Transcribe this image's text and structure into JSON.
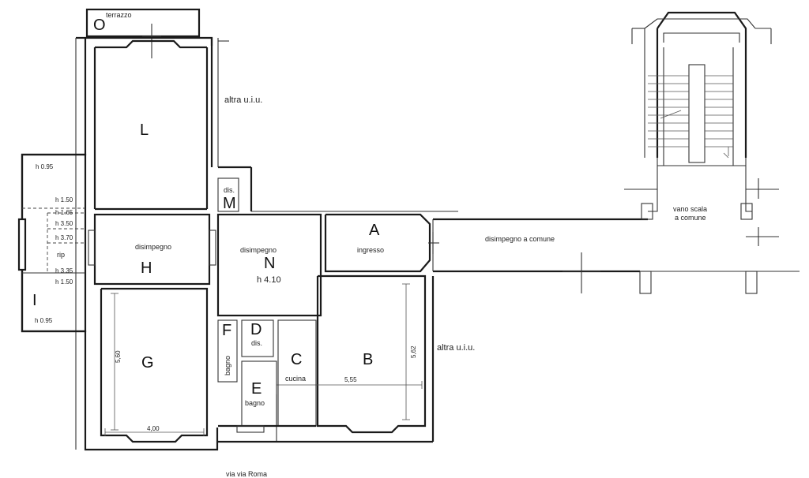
{
  "rooms": {
    "O": "O",
    "L": "L",
    "M": "M",
    "H": "H",
    "N": "N",
    "A": "A",
    "I": "I",
    "G": "G",
    "F": "F",
    "D": "D",
    "C": "C",
    "B": "B",
    "E": "E"
  },
  "labels": {
    "terrazzo": "terrazzo",
    "altra_top": "altra u.i.u.",
    "altra_mid": "altra u.i.u.",
    "dis_m": "dis.",
    "disimpegno_h": "disimpegno",
    "disimpegno_n": "disimpegno",
    "h_n": "h 4.10",
    "ingresso": "ingresso",
    "disimpegno_comune": "disimpegno a comune",
    "vano_scala_1": "vano scala",
    "vano_scala_2": "a comune",
    "dis_d": "dis.",
    "bagno_f": "bagno",
    "bagno_e": "bagno",
    "cucina": "cucina",
    "rip": "rip",
    "street": "via via Roma"
  },
  "heights": {
    "h_top": "h 0.95",
    "h150a": "h 1.50",
    "h165": "h 1.65",
    "h350": "h 3.50",
    "h370": "h 3.70",
    "h335": "h 3.35",
    "h150b": "h 1.50",
    "h_bottom": "h 0.95"
  },
  "dimensions": {
    "g_height": "5,60",
    "g_width": "4,00",
    "b_height": "5,62",
    "b_width": "5,55"
  }
}
